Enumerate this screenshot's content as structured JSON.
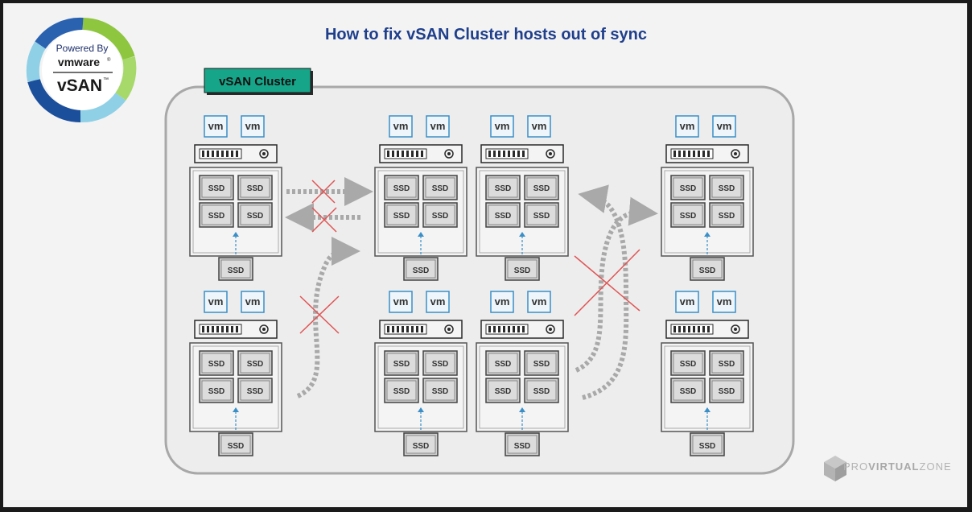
{
  "title": "How to fix vSAN Cluster hosts out of sync",
  "badge": {
    "powered_by": "Powered By",
    "vendor": "vmware",
    "vendor_mark": "®",
    "product": "vSAN",
    "product_mark": "™",
    "ring_colors": [
      "#1e4e91",
      "#8ec63f",
      "#a6d96a",
      "#8fd0e6",
      "#1b4f9c"
    ]
  },
  "cluster": {
    "label": "vSAN Cluster",
    "label_color": "#17a589"
  },
  "host": {
    "vm_label": "vm",
    "ssd_label": "SSD"
  },
  "brand": {
    "pre": "PRO",
    "mid": "VIRTUAL",
    "post": "ZONE"
  },
  "colors": {
    "title": "#1f3f8c",
    "cross": "#e05555",
    "arrow": "#a9a9a9",
    "vm_border": "#3a8fc7",
    "ssd_arrow": "#3a8fc7"
  }
}
